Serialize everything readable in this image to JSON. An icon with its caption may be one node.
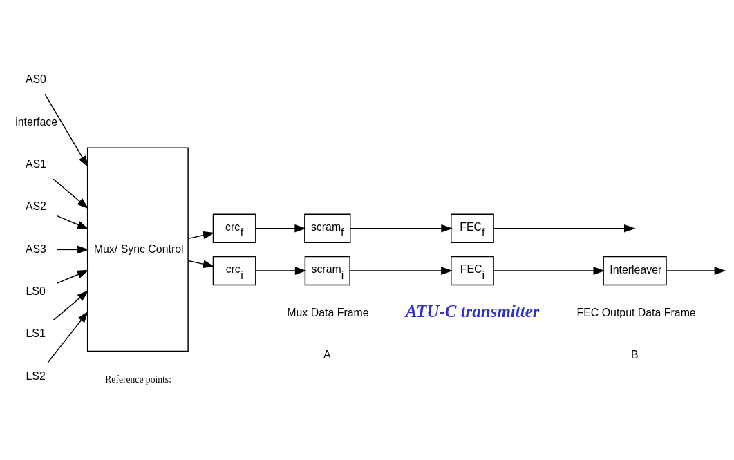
{
  "diagram": {
    "nodes": [
      {
        "text": [
          "AS0"
        ]
      },
      {
        "text": [
          "AS1"
        ]
      },
      {
        "text": [
          "AS2"
        ]
      },
      {
        "text": [
          "AS3"
        ]
      },
      {
        "text": [
          "LS0"
        ]
      },
      {
        "text": [
          "LS1"
        ]
      },
      {
        "text": [
          "LS2"
        ]
      },
      {
        "text": [
          "Mux/ Sync Control"
        ]
      },
      {
        "text": [
          "crc$_{f}$"
        ]
      },
      {
        "text": [
          "scram$_{f}$"
        ]
      },
      {
        "text": [
          "FEC$_{f}$"
        ]
      },
      {
        "text": [
          "crc$_{i}$"
        ]
      },
      {
        "text": [
          "scram$_{i}$"
        ]
      },
      {
        "text": [
          "FEC$_{i}$"
        ]
      },
      {
        "text": [
          "Interleaver"
        ]
      }
    ],
    "edges": [
      {
        "from": 0,
        "to": 7,
        "arrow": "to"
      },
      {
        "from": 1,
        "to": 7,
        "arrow": "to"
      },
      {
        "from": 2,
        "to": 7,
        "arrow": "to"
      },
      {
        "from": 3,
        "to": 7,
        "arrow": "to"
      },
      {
        "from": 4,
        "to": 7,
        "arrow": "to"
      },
      {
        "from": 5,
        "to": 7,
        "arrow": "to"
      },
      {
        "from": 6,
        "to": 7,
        "arrow": "to"
      },
      {
        "from": 7,
        "to": 8,
        "arrow": "to"
      },
      {
        "from": 8,
        "to": 9,
        "arrow": "to"
      },
      {
        "from": 9,
        "to": 10,
        "arrow": "to"
      },
      {
        "from": 10,
        "to": null,
        "arrow": "to"
      },
      {
        "from": 7,
        "to": 11,
        "arrow": "to"
      },
      {
        "from": 11,
        "to": 12,
        "arrow": "to"
      },
      {
        "from": 12,
        "to": 13,
        "arrow": "to"
      },
      {
        "from": 13,
        "to": 14,
        "arrow": "to"
      },
      {
        "from": 14,
        "to": null,
        "arrow": "to"
      }
    ],
    "labels": [
      "interface",
      "Reference points:",
      "A",
      "Mux Data Frame",
      "ATU-C transmitter",
      "B",
      "FEC Output Data Frame"
    ]
  }
}
